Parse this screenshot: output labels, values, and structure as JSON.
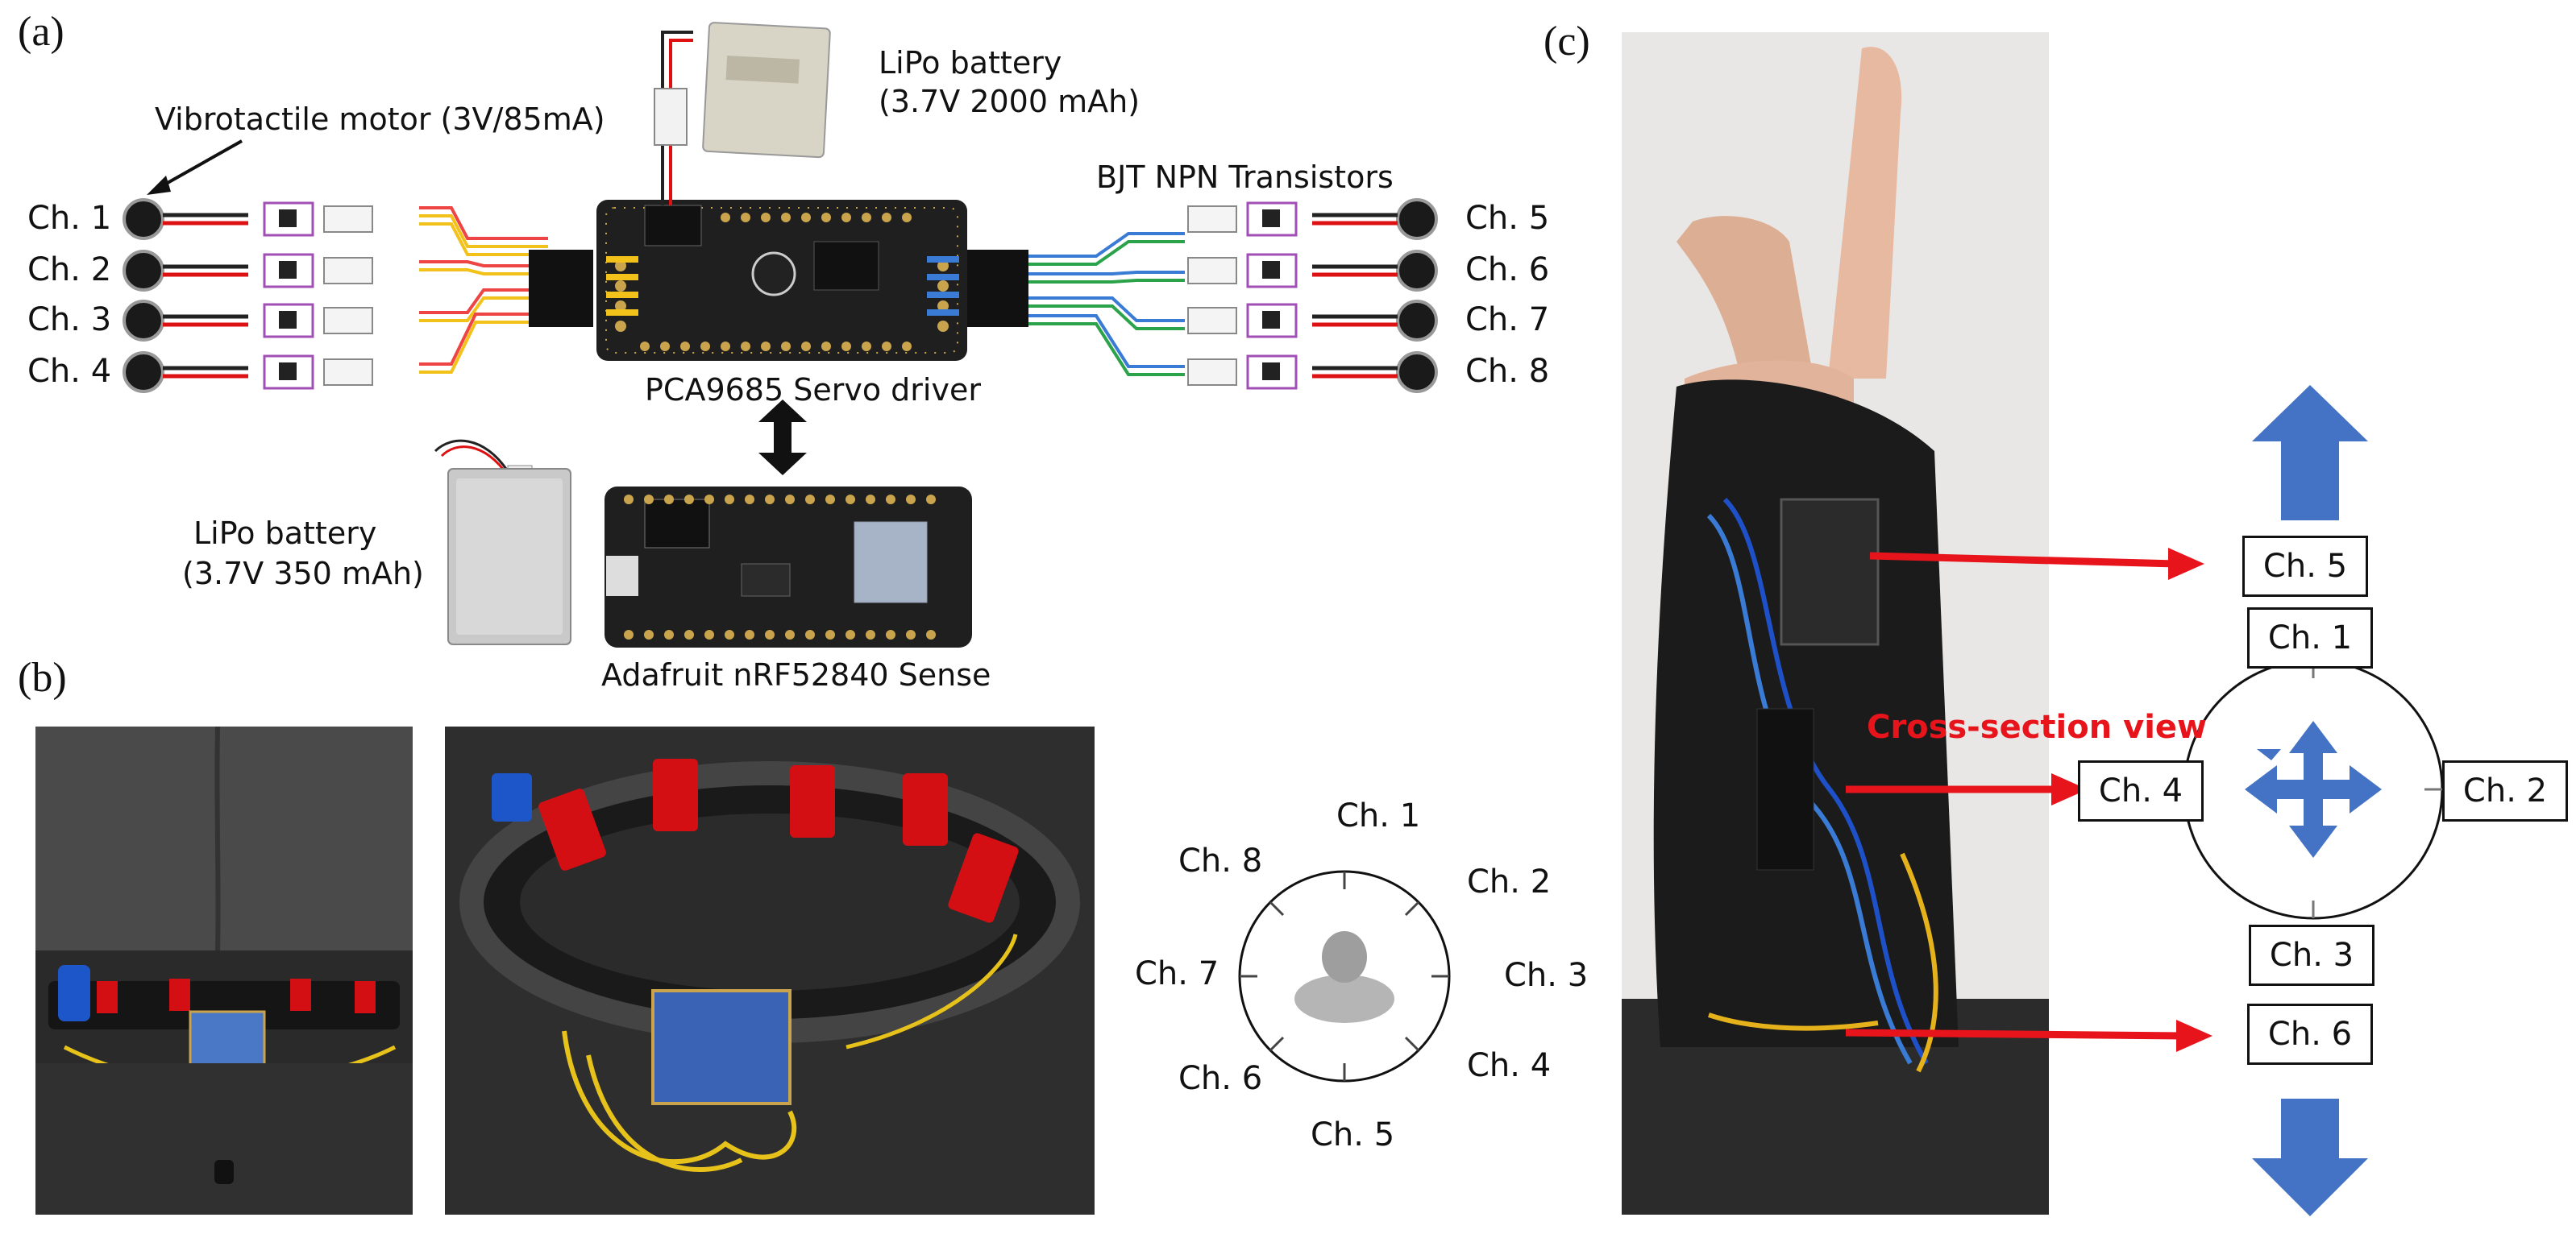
{
  "panels": {
    "a": "(a)",
    "b": "(b)",
    "c": "(c)"
  },
  "colors": {
    "board": "#1f1f1f",
    "pcb_gold": "#c9a44c",
    "wire_red": "#d11",
    "wire_yellow": "#f2c21b",
    "arrow_blue": "#4472c4",
    "arrow_red": "#e8141b",
    "belt_red": "#d40f14"
  },
  "panel_a": {
    "motor_label": "Vibrotactile motor (3V/85mA)",
    "battery_top_line1": "LiPo battery",
    "battery_top_line2": "(3.7V 2000 mAh)",
    "transistor_label": "BJT NPN Transistors",
    "servo_label": "PCA9685 Servo driver",
    "battery_bottom_line1": "LiPo battery",
    "battery_bottom_line2": "(3.7V 350 mAh)",
    "mcu_label": "Adafruit nRF52840 Sense",
    "left_channels": [
      "Ch. 1",
      "Ch. 2",
      "Ch. 3",
      "Ch. 4"
    ],
    "right_channels": [
      "Ch. 5",
      "Ch. 6",
      "Ch. 7",
      "Ch. 8"
    ]
  },
  "panel_b": {
    "dial": {
      "labels": [
        "Ch. 1",
        "Ch. 2",
        "Ch. 3",
        "Ch. 4",
        "Ch. 5",
        "Ch. 6",
        "Ch. 7",
        "Ch. 8"
      ]
    }
  },
  "panel_c": {
    "cross_section_label": "Cross-section view",
    "boxes": {
      "ch5": "Ch. 5",
      "ch1": "Ch. 1",
      "ch2": "Ch. 2",
      "ch3": "Ch. 3",
      "ch4": "Ch. 4",
      "ch6": "Ch. 6"
    }
  }
}
